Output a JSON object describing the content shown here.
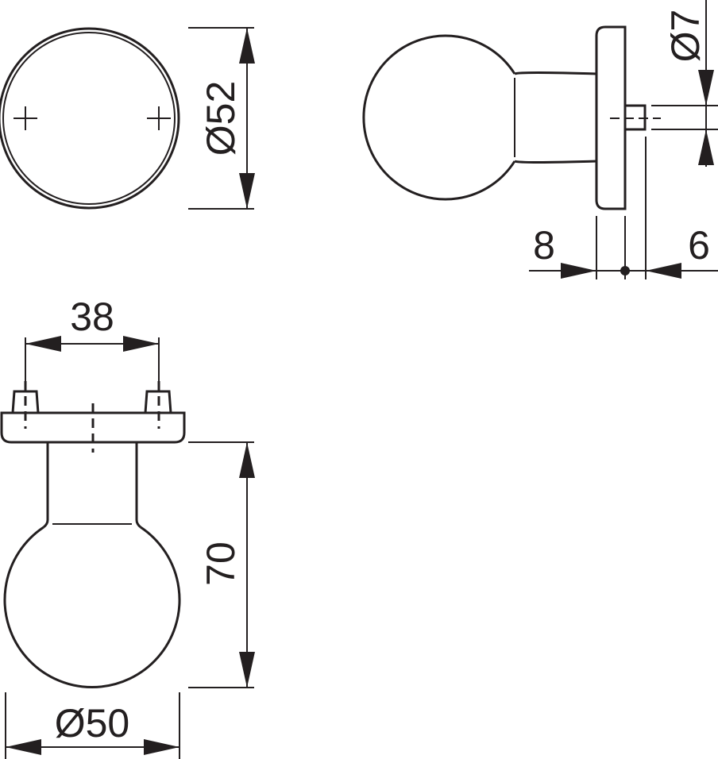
{
  "dimensions": {
    "front_diameter": "Ø52",
    "pin_diameter": "Ø7",
    "rosette_thickness": "8",
    "pin_length": "6",
    "pin_spacing": "38",
    "projection": "70",
    "knob_diameter": "Ø50"
  }
}
